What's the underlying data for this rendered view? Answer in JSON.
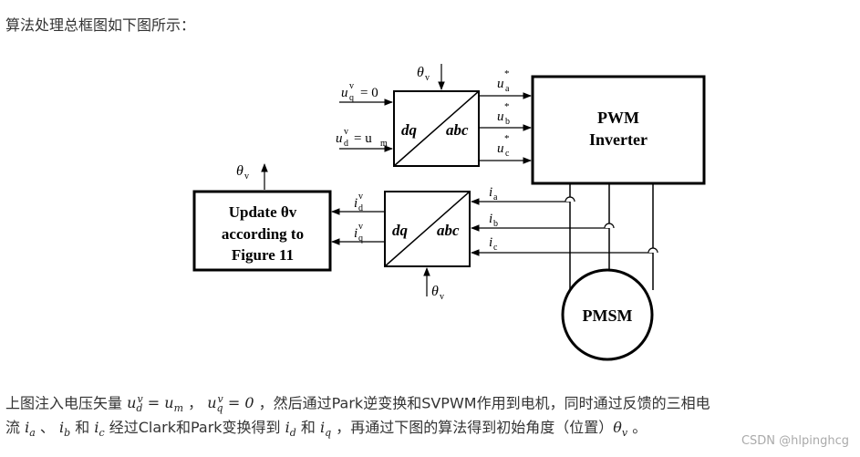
{
  "intro": "算法处理总框图如下图所示：",
  "diagram": {
    "upper_transform": {
      "left": "dq",
      "right": "abc"
    },
    "lower_transform": {
      "left": "dq",
      "right": "abc"
    },
    "pwm_box": {
      "line1": "PWM",
      "line2": "Inverter"
    },
    "update_box": {
      "line1": "Update θv",
      "line2": "according to",
      "line3": "Figure 11"
    },
    "motor": "PMSM",
    "inputs": {
      "uq": "u",
      "uq_eq": "= 0",
      "ud": "u",
      "ud_eq": "= u",
      "ud_eq_sub": "m"
    },
    "theta": "θ",
    "theta_sub": "v",
    "outputs": [
      "u",
      "u",
      "u"
    ],
    "output_subs": [
      "a",
      "b",
      "c"
    ],
    "currents": [
      "i",
      "i",
      "i"
    ],
    "current_subs": [
      "a",
      "b",
      "c"
    ],
    "feedback": [
      "i",
      "i"
    ],
    "feedback_subs": [
      "d",
      "q"
    ]
  },
  "paragraph": {
    "line1": {
      "p1": "上图注入电压矢量 ",
      "m1": "u",
      "m1_sub": "d",
      "m1_sup": "v",
      "m1_rest": " = u",
      "m1_rest_sub": "m",
      "p2": " ， ",
      "m2": "u",
      "m2_sub": "q",
      "m2_sup": "v",
      "m2_rest": " = 0",
      "p3": " ，然后通过Park逆变换和SVPWM作用到电机，同时通过反馈的三相电"
    },
    "line2": {
      "p1": "流 ",
      "ia": "i",
      "ia_sub": "a",
      "p2": " 、 ",
      "ib": "i",
      "ib_sub": "b",
      "p3": " 和 ",
      "ic": "i",
      "ic_sub": "c",
      "p4": " 经过Clark和Park变换得到 ",
      "id": "i",
      "id_sub": "d",
      "p5": " 和 ",
      "iq": "i",
      "iq_sub": "q",
      "p6": " ，再通过下图的算法得到初始角度（位置）",
      "th": "θ",
      "th_sub": "v",
      "p7": " 。"
    }
  },
  "watermark": "CSDN @hlpinghcg"
}
